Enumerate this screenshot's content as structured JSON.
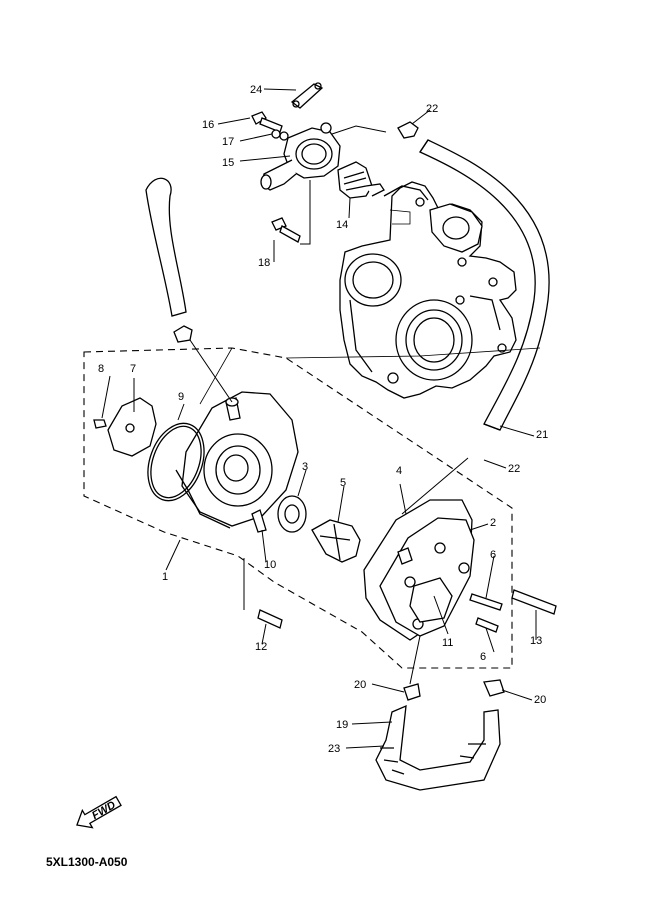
{
  "diagram": {
    "code": "5XL1300-A050",
    "fwd_label": "FWD",
    "part_labels": [
      "1",
      "2",
      "3",
      "4",
      "5",
      "6",
      "6",
      "7",
      "8",
      "9",
      "10",
      "11",
      "12",
      "13",
      "14",
      "15",
      "16",
      "17",
      "18",
      "19",
      "20",
      "20",
      "21",
      "22",
      "22",
      "23",
      "24"
    ]
  }
}
